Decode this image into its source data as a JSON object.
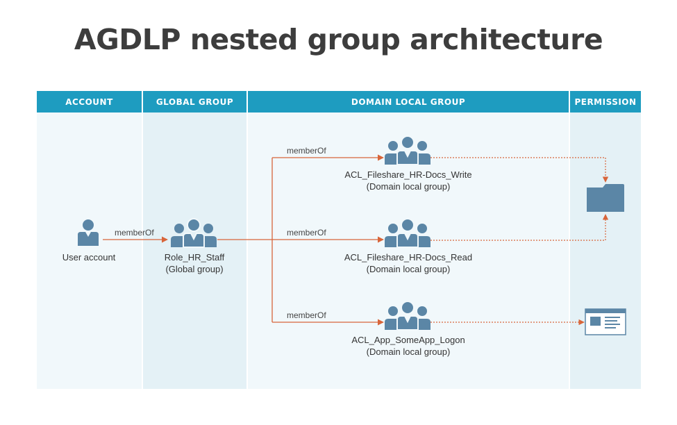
{
  "title": "AGDLP nested group architecture",
  "columns": [
    {
      "label": "ACCOUNT"
    },
    {
      "label": "GLOBAL GROUP"
    },
    {
      "label": "DOMAIN LOCAL GROUP"
    },
    {
      "label": "PERMISSION"
    }
  ],
  "nodes": {
    "user": {
      "line1": "User account",
      "icon": "person-icon"
    },
    "global": {
      "line1": "Role_HR_Staff",
      "line2": "(Global group)",
      "icon": "people-group-icon"
    },
    "dl_write": {
      "line1": "ACL_Fileshare_HR-Docs_Write",
      "line2": "(Domain local group)",
      "icon": "people-group-icon"
    },
    "dl_read": {
      "line1": "ACL_Fileshare_HR-Docs_Read",
      "line2": "(Domain local group)",
      "icon": "people-group-icon"
    },
    "dl_app": {
      "line1": "ACL_App_SomeApp_Logon",
      "line2": "(Domain local group)",
      "icon": "people-group-icon"
    },
    "perm_folder": {
      "icon": "folder-icon"
    },
    "perm_app": {
      "icon": "application-window-icon"
    }
  },
  "edges": [
    {
      "label": "memberOf"
    },
    {
      "label": "memberOf"
    },
    {
      "label": "memberOf"
    },
    {
      "label": "memberOf"
    }
  ],
  "colors": {
    "header": "#1e9cc0",
    "column_light": "#f1f8fb",
    "column_mid": "#e4f1f6",
    "icon": "#5b86a6",
    "arrow": "#d8653a"
  }
}
